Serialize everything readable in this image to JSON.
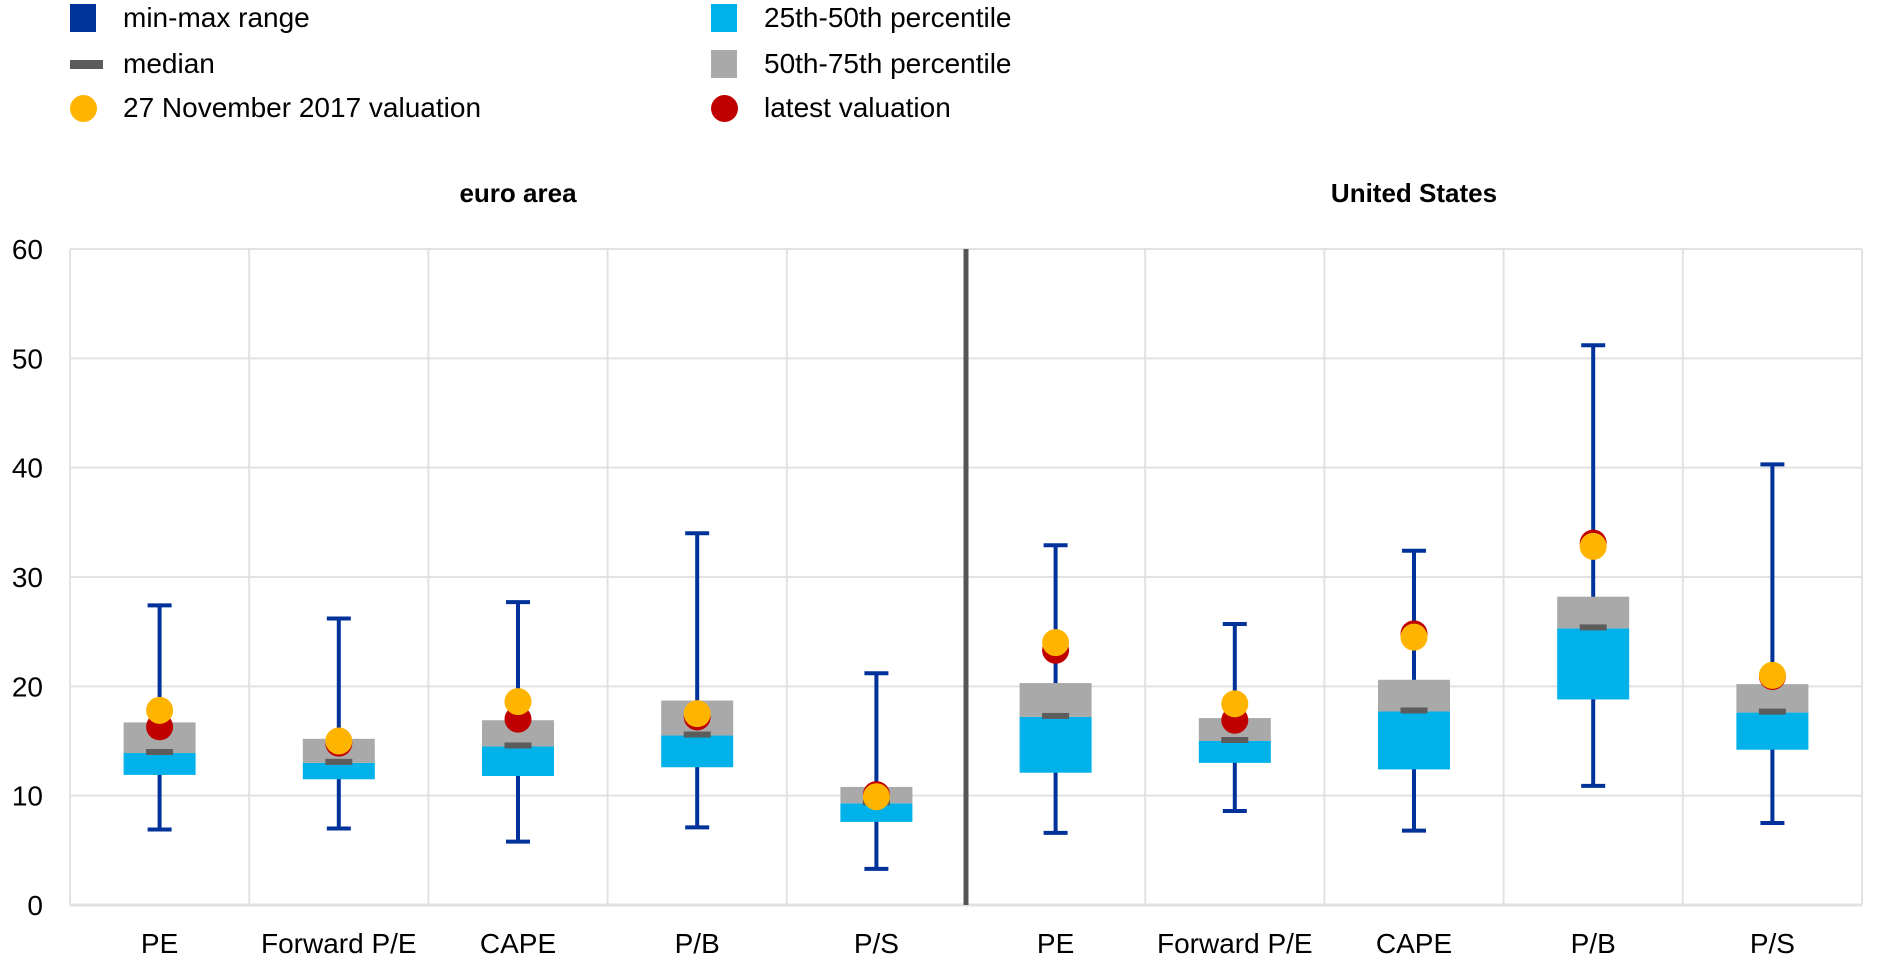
{
  "chart_data": {
    "type": "boxplot",
    "title": "",
    "xlabel": "",
    "ylabel": "",
    "ylim": [
      0,
      60
    ],
    "yticks": [
      0,
      10,
      20,
      30,
      40,
      50,
      60
    ],
    "grid": true,
    "legend": {
      "placement": "top-left",
      "items": [
        {
          "key": "minmax",
          "label": "min-max range",
          "shape": "square",
          "color": "#003299"
        },
        {
          "key": "p25_50",
          "label": "25th-50th percentile",
          "shape": "square",
          "color": "#00B1EA"
        },
        {
          "key": "median",
          "label": "median",
          "shape": "dash",
          "color": "#5C5C5C"
        },
        {
          "key": "p50_75",
          "label": "50th-75th percentile",
          "shape": "square",
          "color": "#A9A9A9"
        },
        {
          "key": "ref",
          "label": "27 November 2017 valuation",
          "shape": "dot",
          "color": "#FFB400"
        },
        {
          "key": "latest",
          "label": "latest valuation",
          "shape": "dot",
          "color": "#C00000"
        }
      ]
    },
    "panels": [
      {
        "title": "euro area",
        "categories": [
          "PE",
          "Forward P/E",
          "CAPE",
          "P/B",
          "P/S"
        ],
        "min": [
          6.9,
          7.0,
          5.8,
          7.1,
          3.3
        ],
        "p25": [
          11.9,
          11.5,
          11.8,
          12.6,
          7.6
        ],
        "median": [
          13.9,
          13.0,
          14.5,
          15.5,
          9.3
        ],
        "p75": [
          16.7,
          15.2,
          16.9,
          18.7,
          10.8
        ],
        "max": [
          27.4,
          26.2,
          27.7,
          34.0,
          21.2
        ],
        "nov_2017": [
          17.8,
          15.0,
          18.6,
          17.5,
          9.9
        ],
        "latest": [
          16.3,
          14.8,
          17.0,
          17.2,
          10.1
        ]
      },
      {
        "title": "United States",
        "categories": [
          "PE",
          "Forward P/E",
          "CAPE",
          "P/B",
          "P/S"
        ],
        "min": [
          6.6,
          8.6,
          6.8,
          10.9,
          7.5
        ],
        "p25": [
          12.1,
          13.0,
          12.4,
          18.8,
          14.2
        ],
        "median": [
          17.2,
          15.0,
          17.7,
          25.3,
          17.6
        ],
        "p75": [
          20.3,
          17.1,
          20.6,
          28.2,
          20.2
        ],
        "max": [
          32.9,
          25.7,
          32.4,
          51.2,
          40.3
        ],
        "nov_2017": [
          24.0,
          18.4,
          24.5,
          32.8,
          21.0
        ],
        "latest": [
          23.3,
          16.9,
          24.8,
          33.1,
          20.9
        ]
      }
    ]
  },
  "colors": {
    "minmax": "#003299",
    "p25_50": "#00B1EA",
    "p50_75": "#A9A9A9",
    "median": "#5C5C5C",
    "nov_2017": "#FFB400",
    "latest": "#C00000",
    "grid": "#E2E2E2",
    "divider": "#555555"
  }
}
